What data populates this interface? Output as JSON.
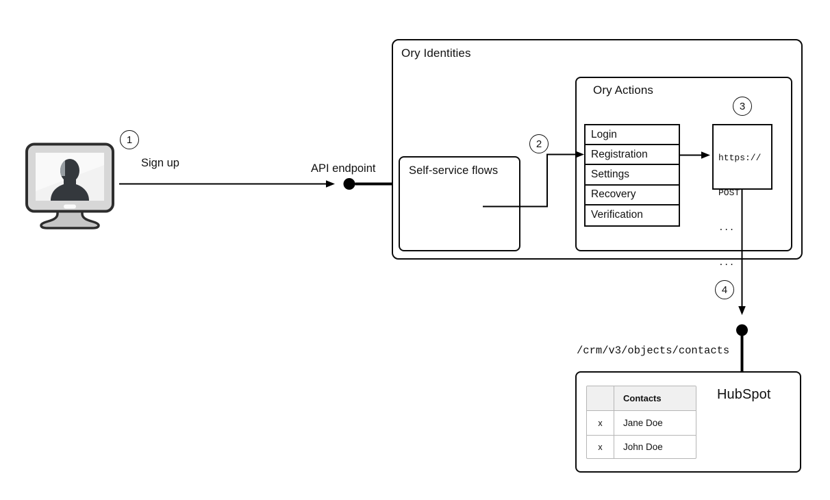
{
  "colors": {
    "line": "#000000",
    "box_border": "#0b0b0b",
    "table_border": "#b5b5b5",
    "table_header_bg": "#f0f0f0",
    "monitor_frame": "#d7d7d7",
    "monitor_screen": "#f2f2f2",
    "monitor_silhouette": "#34383d"
  },
  "client": {
    "step_badge": "1",
    "action_label": "Sign up",
    "endpoint_label": "API endpoint"
  },
  "ory_identities": {
    "title": "Ory Identities",
    "self_service_flows": {
      "title": "Self-service flows"
    },
    "step_badge": "2",
    "ory_actions": {
      "title": "Ory Actions",
      "flow_list": [
        "Login",
        "Registration",
        "Settings",
        "Recovery",
        "Verification"
      ],
      "step_badge": "3",
      "webhook_code": [
        "https://",
        "POST",
        "...",
        "..."
      ]
    }
  },
  "hubspot": {
    "step_badge": "4",
    "endpoint_path": "/crm/v3/objects/contacts",
    "title": "HubSpot",
    "contacts_table": {
      "header": "Contacts",
      "rows": [
        {
          "mark": "x",
          "name": "Jane Doe"
        },
        {
          "mark": "x",
          "name": "John Doe"
        }
      ]
    }
  }
}
